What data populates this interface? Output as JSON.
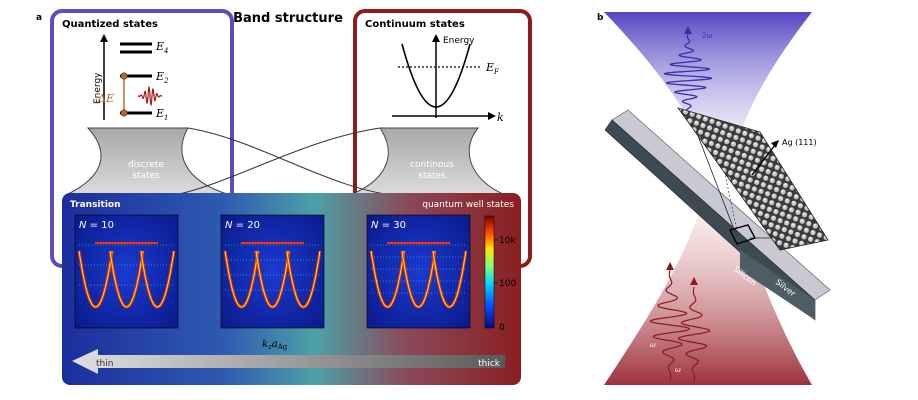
{
  "panel_a": {
    "letter": "a",
    "title": "Band structure",
    "quantized": {
      "title": "Quantized states",
      "energy_axis": "Energy",
      "levels": [
        "E",
        "E",
        "E"
      ],
      "level_subs": [
        "4",
        "2",
        "1"
      ],
      "delta": "ΔE",
      "funnel_label": "discrete\nstates"
    },
    "continuum": {
      "title": "Continuum states",
      "energy_axis": "Energy",
      "k_label": "k",
      "fermi": "E",
      "fermi_sub": "F",
      "funnel_label": "continous\nstates"
    },
    "transition": {
      "title": "Transition",
      "qw_label": "quantum well states",
      "maps": [
        {
          "label_n": "N",
          "label_rest": " = 10"
        },
        {
          "label_n": "N",
          "label_rest": " = 20"
        },
        {
          "label_n": "N",
          "label_rest": " = 30"
        }
      ],
      "colorbar_ticks": [
        "10k",
        "100",
        "0"
      ],
      "x_axis_main": "k",
      "x_axis_sub": "z",
      "x_axis_a": "a",
      "x_axis_asub": "Ag",
      "arrow_left": "thin",
      "arrow_right": "thick"
    },
    "colors": {
      "quantized_frame": "#5b4dbd",
      "continuum_frame": "#8f1c1c",
      "accent_level": "#b5652a",
      "wave": "#9b1c1c"
    }
  },
  "panel_b": {
    "letter": "b",
    "omega2": "2ω",
    "omega_a": "ω",
    "omega_b": "ω",
    "lattice_label": "Ag (111)",
    "silicon": "Silicon",
    "silver": "Silver",
    "colors": {
      "top_beam": "#6455cc",
      "bottom_beam": "#a4303a"
    }
  }
}
